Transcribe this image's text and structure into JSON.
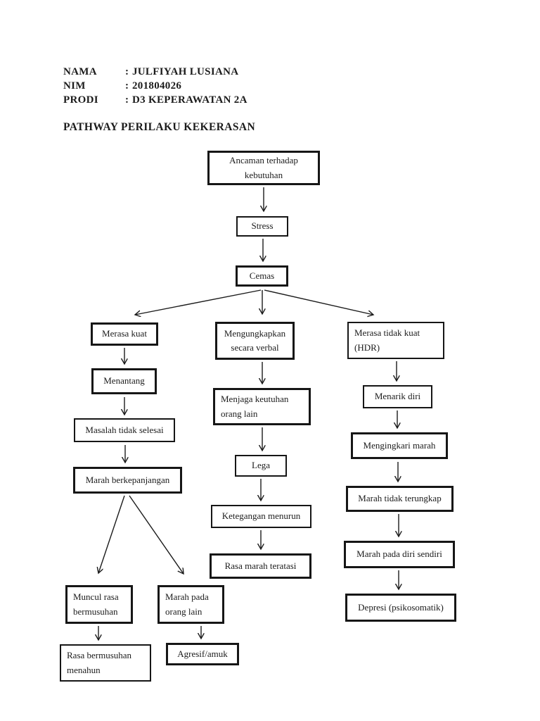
{
  "header": {
    "colon": ":",
    "fields": [
      {
        "label": "NAMA",
        "value": "JULFIYAH LUSIANA"
      },
      {
        "label": "NIM",
        "value": "201804026"
      },
      {
        "label": "PRODI",
        "value": "D3 KEPERAWATAN 2A"
      }
    ],
    "title": "PATHWAY PERILAKU KEKERASAN"
  },
  "flowchart": {
    "nodes": [
      {
        "id": "ancaman",
        "label": "Ancaman terhadap kebutuhan"
      },
      {
        "id": "stress",
        "label": "Stress"
      },
      {
        "id": "cemas",
        "label": "Cemas"
      },
      {
        "id": "merasa-kuat",
        "label": "Merasa kuat"
      },
      {
        "id": "menantang",
        "label": "Menantang"
      },
      {
        "id": "masalah",
        "label": "Masalah tidak selesai"
      },
      {
        "id": "marah-panjang",
        "label": "Marah berkepanjangan"
      },
      {
        "id": "muncul-bermusuhan",
        "label": "Muncul rasa bermusuhan"
      },
      {
        "id": "bermusuhan-menahun",
        "label": "Rasa bermusuhan menahun"
      },
      {
        "id": "marah-orang-lain",
        "label": "Marah pada orang lain"
      },
      {
        "id": "agresif",
        "label": "Agresif/amuk"
      },
      {
        "id": "ungkap-verbal",
        "label": "Mengungkapkan secara verbal"
      },
      {
        "id": "menjaga-keutuhan",
        "label": "Menjaga keutuhan orang lain"
      },
      {
        "id": "lega",
        "label": "Lega"
      },
      {
        "id": "ketegangan-menurun",
        "label": "Ketegangan menurun"
      },
      {
        "id": "marah-teratasi",
        "label": "Rasa marah teratasi"
      },
      {
        "id": "merasa-tidak-kuat",
        "label": "Merasa tidak kuat (HDR)"
      },
      {
        "id": "menarik-diri",
        "label": "Menarik diri"
      },
      {
        "id": "mengingkari-marah",
        "label": "Mengingkari marah"
      },
      {
        "id": "marah-tak-terungkap",
        "label": "Marah tidak terungkap"
      },
      {
        "id": "marah-diri-sendiri",
        "label": "Marah pada diri sendiri"
      },
      {
        "id": "depresi",
        "label": "Depresi (psikosomatik)"
      }
    ],
    "edges": [
      {
        "from": "ancaman",
        "to": "stress"
      },
      {
        "from": "stress",
        "to": "cemas"
      },
      {
        "from": "cemas",
        "to": "merasa-kuat"
      },
      {
        "from": "cemas",
        "to": "ungkap-verbal"
      },
      {
        "from": "cemas",
        "to": "merasa-tidak-kuat"
      },
      {
        "from": "merasa-kuat",
        "to": "menantang"
      },
      {
        "from": "menantang",
        "to": "masalah"
      },
      {
        "from": "masalah",
        "to": "marah-panjang"
      },
      {
        "from": "marah-panjang",
        "to": "muncul-bermusuhan"
      },
      {
        "from": "marah-panjang",
        "to": "marah-orang-lain"
      },
      {
        "from": "muncul-bermusuhan",
        "to": "bermusuhan-menahun"
      },
      {
        "from": "marah-orang-lain",
        "to": "agresif"
      },
      {
        "from": "ungkap-verbal",
        "to": "menjaga-keutuhan"
      },
      {
        "from": "menjaga-keutuhan",
        "to": "lega"
      },
      {
        "from": "lega",
        "to": "ketegangan-menurun"
      },
      {
        "from": "ketegangan-menurun",
        "to": "marah-teratasi"
      },
      {
        "from": "merasa-tidak-kuat",
        "to": "menarik-diri"
      },
      {
        "from": "menarik-diri",
        "to": "mengingkari-marah"
      },
      {
        "from": "mengingkari-marah",
        "to": "marah-tak-terungkap"
      },
      {
        "from": "marah-tak-terungkap",
        "to": "marah-diri-sendiri"
      },
      {
        "from": "marah-diri-sendiri",
        "to": "depresi"
      }
    ]
  }
}
